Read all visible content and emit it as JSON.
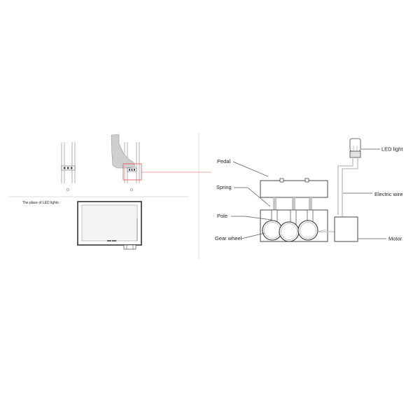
{
  "labels": {
    "led_light": "LED light",
    "pedal": "Pedal",
    "spring": "Spring",
    "electric_wire": "Electric wire",
    "pole": "Pole",
    "gear_wheel": "Gear wheel",
    "motor": "Motor",
    "place_of_led": "The place of LED lights :"
  },
  "colors": {
    "highlight": "#e05050",
    "line": "#555555",
    "wire": "#c9c9c9"
  }
}
